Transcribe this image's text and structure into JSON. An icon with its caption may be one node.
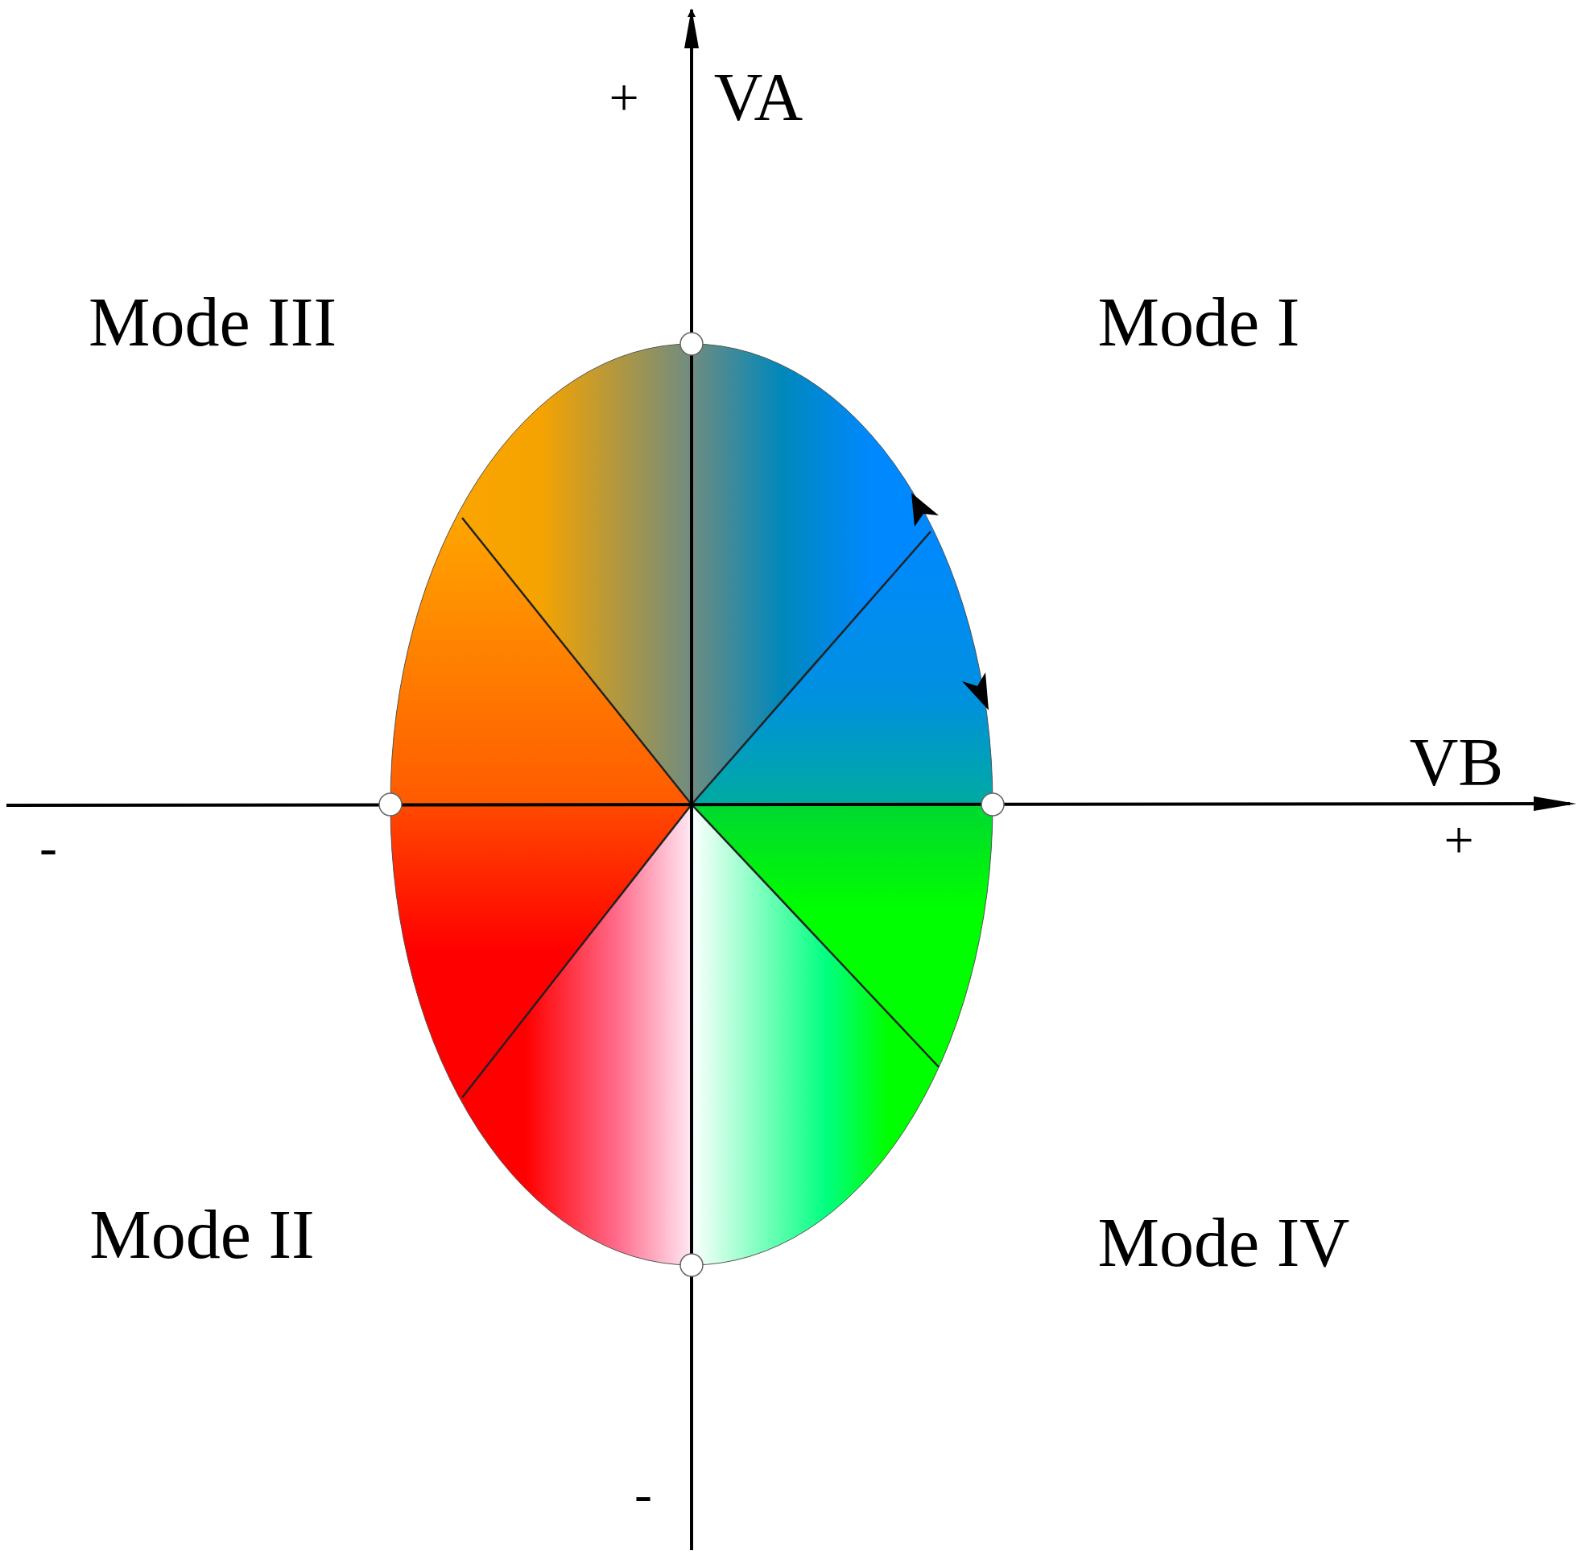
{
  "diagram": {
    "labels": [
      "+",
      "VA",
      "Mode III",
      "Mode I",
      "VB",
      "-",
      "+",
      "Mode II",
      "Mode IV",
      "-"
    ]
  }
}
